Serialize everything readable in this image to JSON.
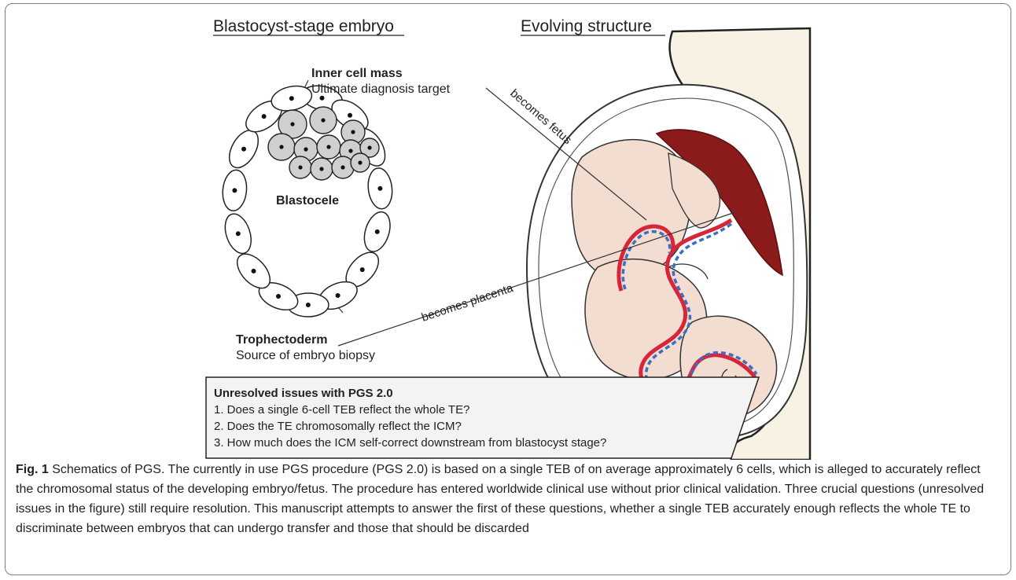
{
  "figure": {
    "left_title": "Blastocyst-stage embryo",
    "right_title": "Evolving structure",
    "icm_label": "Inner cell mass",
    "icm_sublabel": "Ultimate diagnosis target",
    "blastocele_label": "Blastocele",
    "te_label": "Trophectoderm",
    "te_sublabel": "Source of embryo biopsy",
    "becomes_fetus": "becomes fetus",
    "becomes_placenta": "becomes placenta",
    "issues": {
      "title": "Unresolved issues with PGS 2.0",
      "items": [
        "1. Does a single 6-cell TEB reflect the whole TE?",
        "2. Does the TE chromosomally reflect the ICM?",
        "3. How much does the ICM self-correct downstream from blastocyst stage?"
      ]
    }
  },
  "caption": {
    "label": "Fig. 1",
    "text": " Schematics of PGS. The currently in use PGS procedure (PGS 2.0) is based on a single TEB of on average approximately 6 cells, which is alleged to accurately reflect the chromosomal status of the developing embryo/fetus. The procedure has entered worldwide clinical use without prior clinical validation. Three crucial questions (unresolved issues in the figure) still require resolution. This manuscript attempts to answer the first of these questions, whether a single TEB accurately enough reflects the whole TE to discriminate between embryos that can undergo transfer and those that should be discarded"
  },
  "colors": {
    "placenta": "#8b1a1a",
    "artery": "#d6273a",
    "vein": "#3a6fc4",
    "icm_cell": "#cfcfcf",
    "uterus": "#f7f2e4",
    "skin": "#f3dcd0"
  }
}
